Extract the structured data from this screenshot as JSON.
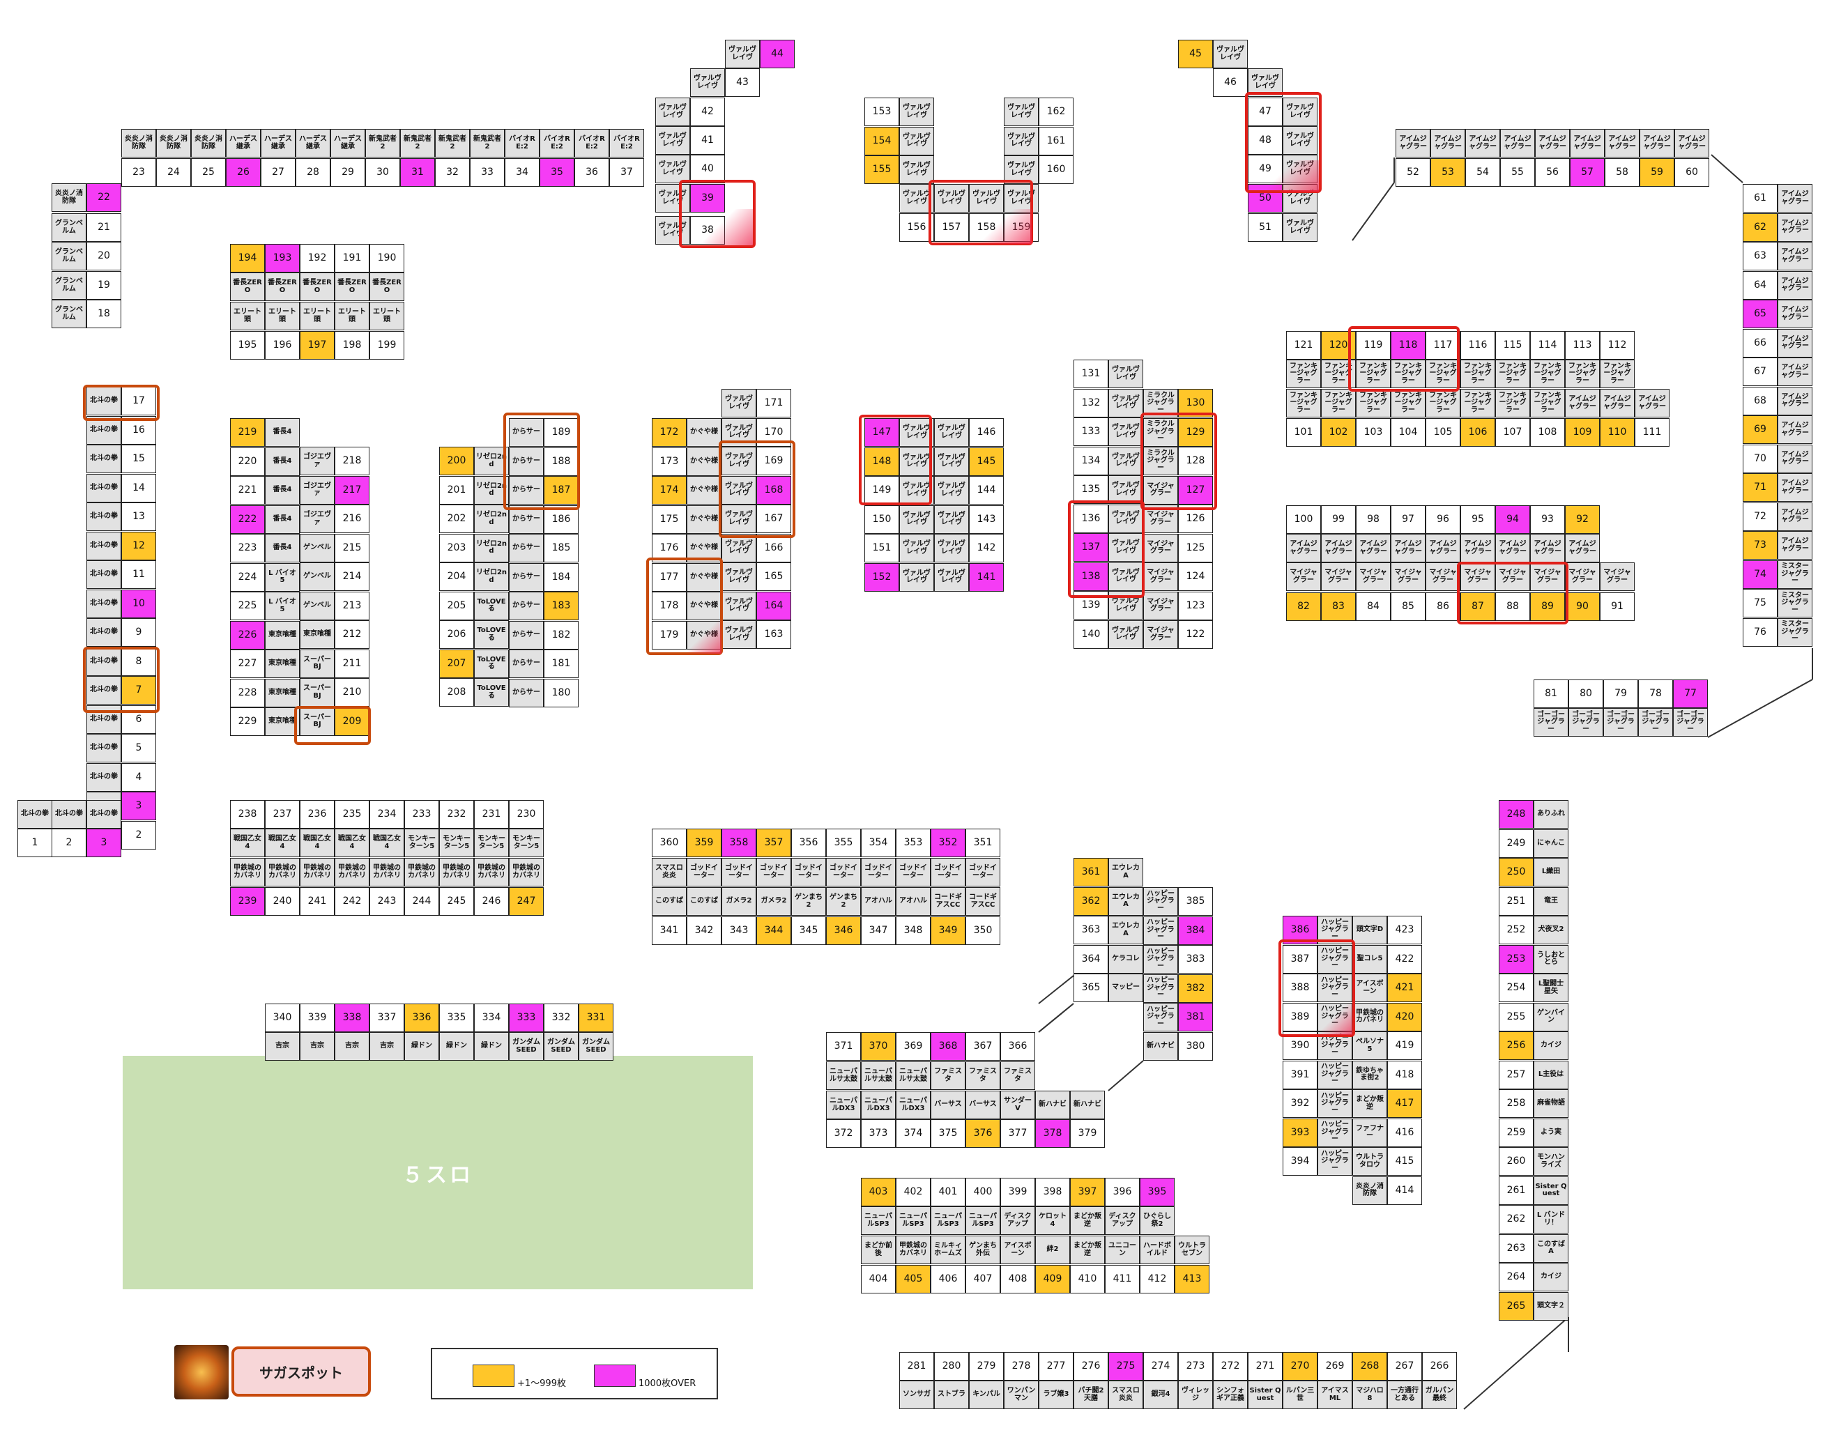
{
  "zone_label": "５スロ",
  "spot_label": "サガスポット",
  "legend": [
    {
      "label": "+1〜999枚",
      "color": "#ffc629"
    },
    {
      "label": "1000枚OVER",
      "color": "#f53cf5"
    }
  ],
  "colors": {
    "gold": "#ffc629",
    "magenta": "#f53cf5",
    "name_cell": "#e2e2e2",
    "highlight": "#c84a0c",
    "zone": "#c9e0b3"
  },
  "machines": {
    "1": "北斗の拳",
    "2": "北斗の拳",
    "3": "北斗の拳",
    "4": "北斗の拳",
    "5": "北斗の拳",
    "6": "北斗の拳",
    "7": "北斗の拳",
    "8": "北斗の拳",
    "9": "北斗の拳",
    "10": "北斗の拳",
    "11": "北斗の拳",
    "12": "北斗の拳",
    "13": "北斗の拳",
    "14": "北斗の拳",
    "15": "北斗の拳",
    "16": "北斗の拳",
    "17": "北斗の拳",
    "18": "グランベルム",
    "19": "グランベルム",
    "20": "グランベルム",
    "21": "グランベルム",
    "22": "炎炎ノ消防隊",
    "23": "炎炎ノ消防隊",
    "24": "炎炎ノ消防隊",
    "25": "炎炎ノ消防隊",
    "26": "ハーデス継承",
    "27": "ハーデス継承",
    "28": "ハーデス継承",
    "29": "ハーデス継承",
    "30": "新鬼武者2",
    "31": "新鬼武者2",
    "32": "新鬼武者2",
    "33": "新鬼武者2",
    "34": "バイオRE:2",
    "35": "バイオRE:2",
    "36": "バイオRE:2",
    "37": "バイオRE:2",
    "38": "ヴァルヴレイヴ",
    "39": "ヴァルヴレイヴ",
    "40": "ヴァルヴレイヴ",
    "41": "ヴァルヴレイヴ",
    "42": "ヴァルヴレイヴ",
    "43": "ヴァルヴレイヴ",
    "44": "ヴァルヴレイヴ",
    "45": "ヴァルヴレイヴ",
    "46": "ヴァルヴレイヴ",
    "47": "ヴァルヴレイヴ",
    "48": "ヴァルヴレイヴ",
    "49": "ヴァルヴレイヴ",
    "50": "ヴァルヴレイヴ",
    "51": "ヴァルヴレイヴ",
    "52": "アイムジャグラー",
    "53": "アイムジャグラー",
    "54": "アイムジャグラー",
    "55": "アイムジャグラー",
    "56": "アイムジャグラー",
    "57": "アイムジャグラー",
    "58": "アイムジャグラー",
    "59": "アイムジャグラー",
    "60": "アイムジャグラー",
    "61": "アイムジャグラー",
    "62": "アイムジャグラー",
    "63": "アイムジャグラー",
    "64": "アイムジャグラー",
    "65": "アイムジャグラー",
    "66": "アイムジャグラー",
    "67": "アイムジャグラー",
    "68": "アイムジャグラー",
    "69": "アイムジャグラー",
    "70": "アイムジャグラー",
    "71": "アイムジャグラー",
    "72": "アイムジャグラー",
    "73": "アイムジャグラー",
    "74": "ミスタージャグラー",
    "75": "ミスタージャグラー",
    "76": "ミスタージャグラー",
    "77": "ゴーゴージャグラー",
    "78": "ゴーゴージャグラー",
    "79": "ゴーゴージャグラー",
    "80": "ゴーゴージャグラー",
    "81": "ゴーゴージャグラー",
    "82": "マイジャグラー",
    "83": "マイジャグラー",
    "84": "マイジャグラー",
    "85": "マイジャグラー",
    "86": "マイジャグラー",
    "87": "マイジャグラー",
    "88": "マイジャグラー",
    "89": "マイジャグラー",
    "90": "マイジャグラー",
    "91": "マイジャグラー",
    "92": "アイムジャグラー",
    "93": "アイムジャグラー",
    "94": "アイムジャグラー",
    "95": "アイムジャグラー",
    "96": "アイムジャグラー",
    "97": "アイムジャグラー",
    "98": "アイムジャグラー",
    "99": "アイムジャグラー",
    "100": "アイムジャグラー",
    "101": "ファンキージャグラー",
    "102": "ファンキージャグラー",
    "103": "ファンキージャグラー",
    "104": "ファンキージャグラー",
    "105": "ファンキージャグラー",
    "106": "ファンキージャグラー",
    "107": "ファンキージャグラー",
    "108": "ファンキージャグラー",
    "109": "アイムジャグラー",
    "110": "アイムジャグラー",
    "111": "アイムジャグラー",
    "112": "ファンキージャグラー",
    "113": "ファンキージャグラー",
    "114": "ファンキージャグラー",
    "115": "ファンキージャグラー",
    "116": "ファンキージャグラー",
    "117": "ファンキージャグラー",
    "118": "ファンキージャグラー",
    "119": "ファンキージャグラー",
    "120": "ファンキージャグラー",
    "121": "ファンキージャグラー",
    "122": "マイジャグラー",
    "123": "マイジャグラー",
    "124": "マイジャグラー",
    "125": "マイジャグラー",
    "126": "マイジャグラー",
    "127": "マイジャグラー",
    "128": "ミラクルジャグラー",
    "129": "ミラクルジャグラー",
    "130": "ミラクルジャグラー",
    "131": "ヴァルヴレイヴ",
    "132": "ヴァルヴレイヴ",
    "133": "ヴァルヴレイヴ",
    "134": "ヴァルヴレイヴ",
    "135": "ヴァルヴレイヴ",
    "136": "ヴァルヴレイヴ",
    "137": "ヴァルヴレイヴ",
    "138": "ヴァルヴレイヴ",
    "139": "ヴァルヴレイヴ",
    "140": "ヴァルヴレイヴ",
    "141": "ヴァルヴレイヴ",
    "142": "ヴァルヴレイヴ",
    "143": "ヴァルヴレイヴ",
    "144": "ヴァルヴレイヴ",
    "145": "ヴァルヴレイヴ",
    "146": "ヴァルヴレイヴ",
    "147": "ヴァルヴレイヴ",
    "148": "ヴァルヴレイヴ",
    "149": "ヴァルヴレイヴ",
    "150": "ヴァルヴレイヴ",
    "151": "ヴァルヴレイヴ",
    "152": "ヴァルヴレイヴ",
    "153": "ヴァルヴレイヴ",
    "154": "ヴァルヴレイヴ",
    "155": "ヴァルヴレイヴ",
    "156": "ヴァルヴレイヴ",
    "157": "ヴァルヴレイヴ",
    "158": "ヴァルヴレイヴ",
    "159": "ヴァルヴレイヴ",
    "160": "ヴァルヴレイヴ",
    "161": "ヴァルヴレイヴ",
    "162": "ヴァルヴレイヴ",
    "163": "ヴァルヴレイヴ",
    "164": "ヴァルヴレイヴ",
    "165": "ヴァルヴレイヴ",
    "166": "ヴァルヴレイヴ",
    "167": "ヴァルヴレイヴ",
    "168": "ヴァルヴレイヴ",
    "169": "ヴァルヴレイヴ",
    "170": "ヴァルヴレイヴ",
    "171": "ヴァルヴレイヴ",
    "172": "かぐや様",
    "173": "かぐや様",
    "174": "かぐや様",
    "175": "かぐや様",
    "176": "かぐや様",
    "177": "かぐや様",
    "178": "かぐや様",
    "179": "かぐや様",
    "180": "からサー",
    "181": "からサー",
    "182": "からサー",
    "183": "からサー",
    "184": "からサー",
    "185": "からサー",
    "186": "からサー",
    "187": "からサー",
    "188": "からサー",
    "189": "からサー",
    "190": "番長ZERO",
    "191": "番長ZERO",
    "192": "番長ZERO",
    "193": "番長ZERO",
    "194": "番長ZERO",
    "195": "エリート頭",
    "196": "エリート頭",
    "197": "エリート頭",
    "198": "エリート頭",
    "199": "エリート頭",
    "200": "リゼロ2nd",
    "201": "リゼロ2nd",
    "202": "リゼロ2nd",
    "203": "リゼロ2nd",
    "204": "リゼロ2nd",
    "205": "ToLOVEる",
    "206": "ToLOVEる",
    "207": "ToLOVEる",
    "208": "ToLOVEる",
    "209": "スーパーBJ",
    "210": "スーパーBJ",
    "211": "スーパーBJ",
    "212": "東京喰種",
    "213": "ゲンベル",
    "214": "ゲンベル",
    "215": "ゲンベル",
    "216": "ゴジエヴァ",
    "217": "ゴジエヴァ",
    "218": "ゴジエヴァ",
    "219": "番長4",
    "220": "番長4",
    "221": "番長4",
    "222": "番長4",
    "223": "番長4",
    "224": "L バイオ5",
    "225": "L バイオ5",
    "226": "東京喰種",
    "227": "東京喰種",
    "228": "東京喰種",
    "229": "東京喰種",
    "230": "モンキーターン5",
    "231": "モンキーターン5",
    "232": "モンキーターン5",
    "233": "モンキーターン5",
    "234": "戦国乙女4",
    "235": "戦国乙女4",
    "236": "戦国乙女4",
    "237": "戦国乙女4",
    "238": "戦国乙女4",
    "239": "甲鉄城のカバネリ",
    "240": "甲鉄城のカバネリ",
    "241": "甲鉄城のカバネリ",
    "242": "甲鉄城のカバネリ",
    "243": "甲鉄城のカバネリ",
    "244": "甲鉄城のカバネリ",
    "245": "甲鉄城のカバネリ",
    "246": "甲鉄城のカバネリ",
    "247": "甲鉄城のカバネリ",
    "248": "ありふれ",
    "249": "にゃんこ",
    "250": "L織田",
    "251": "竜王",
    "252": "犬夜叉2",
    "253": "うしおととら",
    "254": "L聖闘士星矢",
    "255": "ゲンバイン",
    "256": "カイジ",
    "257": "L主役は",
    "258": "麻雀物語",
    "259": "よう実",
    "260": "モンハンライズ",
    "261": "Sister Quest",
    "262": "L バンドリ！",
    "263": "このすばA",
    "264": "カイジ",
    "265": "頭文字２",
    "266": "ガルパン最終",
    "267": "一方通行とある",
    "268": "マジハロ8",
    "269": "アイマスML",
    "270": "ルパン三世",
    "271": "Sister Quest",
    "272": "シンフォギア正義",
    "273": "ヴィレッジ",
    "274": "銀河4",
    "275": "スマスロ炎炎",
    "276": "パチ闘2天膳",
    "277": "ラブ嬢3",
    "278": "ワンパンマン",
    "279": "キンパル",
    "280": "ストブラ",
    "281": "ソンサガ",
    "331": "ガンダムSEED",
    "332": "ガンダムSEED",
    "333": "ガンダムSEED",
    "334": "緑ドン",
    "335": "緑ドン",
    "336": "緑ドン",
    "337": "吉宗",
    "338": "吉宗",
    "339": "吉宗",
    "340": "吉宗",
    "341": "このすば",
    "342": "このすば",
    "343": "ガメラ2",
    "344": "ガメラ2",
    "345": "ゲンまち2",
    "346": "ゲンまち2",
    "347": "アオハル",
    "348": "アオハル",
    "349": "コードギアスCC",
    "350": "コードギアスCC",
    "351": "ゴッドイーター",
    "352": "ゴッドイーター",
    "353": "ゴッドイーター",
    "354": "ゴッドイーター",
    "355": "ゴッドイーター",
    "356": "ゴッドイーター",
    "357": "ゴッドイーター",
    "358": "ゴッドイーター",
    "359": "ゴッドイーター",
    "360": "スマスロ炎炎",
    "361": "エウレカA",
    "362": "エウレカA",
    "363": "エウレカA",
    "364": "ケラコレ",
    "365": "マッピー",
    "366": "ファミスタ",
    "367": "ファミスタ",
    "368": "ファミスタ",
    "369": "ニューパルサ太鼓",
    "370": "ニューパルサ太鼓",
    "371": "ニューパルサ太鼓",
    "372": "ニューパルDX3",
    "373": "ニューパルDX3",
    "374": "ニューパルDX3",
    "375": "バーサス",
    "376": "バーサス",
    "377": "サンダーV",
    "378": "新ハナビ",
    "379": "新ハナビ",
    "380": "新ハナビ",
    "381": "ハッピージャグラー",
    "382": "ハッピージャグラー",
    "383": "ハッピージャグラー",
    "384": "ハッピージャグラー",
    "385": "ハッピージャグラー",
    "386": "ハッピージャグラー",
    "387": "ハッピージャグラー",
    "388": "ハッピージャグラー",
    "389": "ハッピージャグラー",
    "390": "ハッピージャグラー",
    "391": "ハッピージャグラー",
    "392": "ハッピージャグラー",
    "393": "ハッピージャグラー",
    "394": "ハッピージャグラー",
    "395": "ひぐらし祭2",
    "396": "ディスクアップ",
    "397": "まどか叛逆",
    "398": "ケロット4",
    "399": "ディスクアップ",
    "400": "ニューパルSP3",
    "401": "ニューパルSP3",
    "402": "ニューパルSP3",
    "403": "ニューパルSP3",
    "404": "まどか前後",
    "405": "甲鉄城のカバネリ",
    "406": "ミルキィホームズ",
    "407": "ゲンまち外伝",
    "408": "アイスボーン",
    "409": "絆2",
    "410": "まどか叛逆",
    "411": "ユニコーン",
    "412": "ハードボイルド",
    "413": "ウルトラセブン",
    "414": "炎炎ノ消防隊",
    "415": "ウルトラタロウ",
    "416": "ファフナー",
    "417": "まどか叛逆",
    "418": "鉄ゆちゃま街2",
    "419": "ペルソナ5",
    "420": "甲鉄城のカバネリ",
    "421": "アイスボーン",
    "422": "聖コレ5",
    "423": "頭文字D"
  }
}
